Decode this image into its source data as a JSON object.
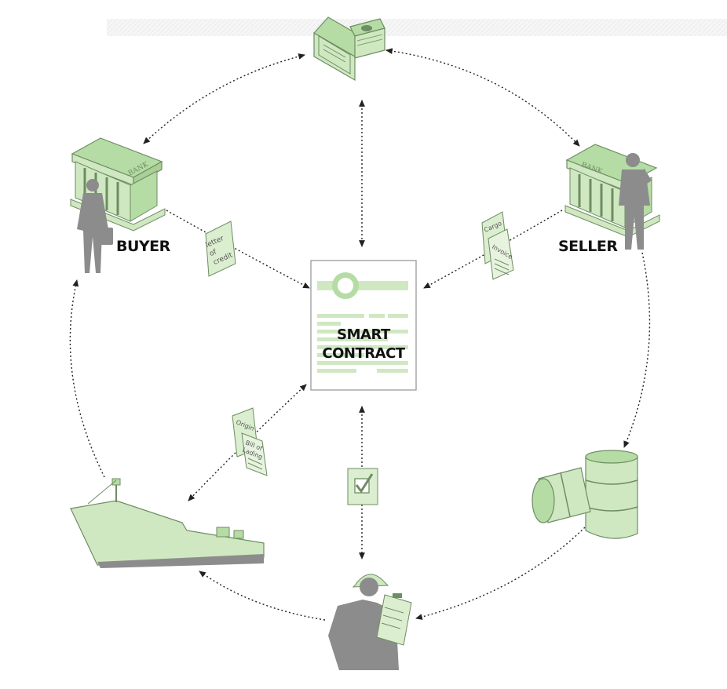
{
  "labels": {
    "buyer": "BUYER",
    "seller": "SELLER",
    "contract_line1": "SMART",
    "contract_line2": "CONTRACT",
    "bank_left": "BANK",
    "bank_right": "BANK"
  },
  "documents": {
    "letter_of_credit": [
      "letter",
      "of",
      "credit"
    ],
    "cargo": "Cargo",
    "invoice": "Invoice",
    "origin": "Origin",
    "bill_of_lading": [
      "Bill of",
      "Lading"
    ]
  },
  "colors": {
    "green_light": "#cfe8c1",
    "green_mid": "#b5dca4",
    "green_dark": "#7fa56e",
    "outline": "#6e8d62",
    "figure_gray": "#8c8c8c",
    "arrow": "#222222"
  },
  "icons": [
    "certificate-icon",
    "money-stack-icon",
    "bank-icon",
    "buyer-person-icon",
    "seller-person-icon",
    "oil-barrel-icon",
    "inspector-icon",
    "cargo-ship-icon",
    "checkbox-icon"
  ]
}
